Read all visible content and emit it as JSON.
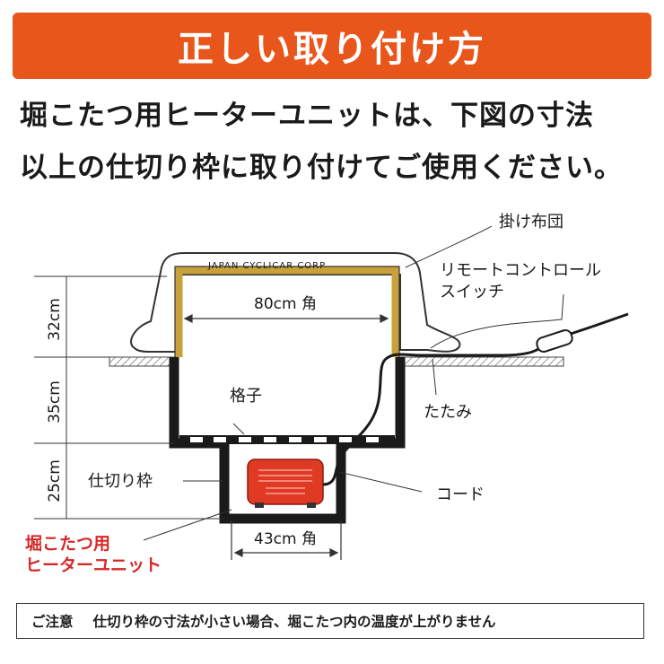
{
  "header": {
    "title": "正しい取り付け方"
  },
  "intro": {
    "line1": "堀こたつ用ヒーターユニットは、下図の寸法",
    "line2": "以上の仕切り枠に取り付けてご使用ください。"
  },
  "diagram": {
    "watermark": "JAPAN CYCLICAR CORP",
    "labels": {
      "futon": "掛け布団",
      "remote_line1": "リモートコントロール",
      "remote_line2": "スイッチ",
      "width_top": "80cm 角",
      "lattice": "格子",
      "tatami": "たたみ",
      "frame": "仕切り枠",
      "cord": "コード",
      "width_bottom": "43cm 角",
      "heater_line1": "堀こたつ用",
      "heater_line2": "ヒーターユニット"
    },
    "dimensions": {
      "upper": "32cm",
      "middle": "35cm",
      "lower": "25cm"
    },
    "colors": {
      "accent": "#e8561c",
      "heater": "#e13a24",
      "heater_label": "#d62828",
      "frame_top": "#c9a13a",
      "wall": "#1a1a1a"
    }
  },
  "notice": {
    "prefix": "ご注意",
    "text": "仕切り枠の寸法が小さい場合、堀こたつ内の温度が上がりません"
  }
}
